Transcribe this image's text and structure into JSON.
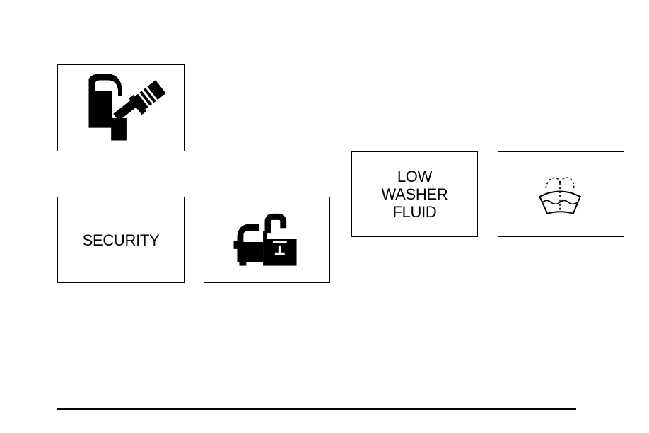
{
  "indicators": {
    "fuel_door": {
      "icon": "fuel-door-icon"
    },
    "security": {
      "label": "SECURITY"
    },
    "security_lock": {
      "icon": "vehicle-lock-icon"
    },
    "low_washer_fluid": {
      "lines": [
        "LOW",
        "WASHER",
        "FLUID"
      ]
    },
    "washer_fluid": {
      "icon": "washer-fluid-icon"
    }
  },
  "colors": {
    "ink": "#000000",
    "paper": "#ffffff"
  }
}
